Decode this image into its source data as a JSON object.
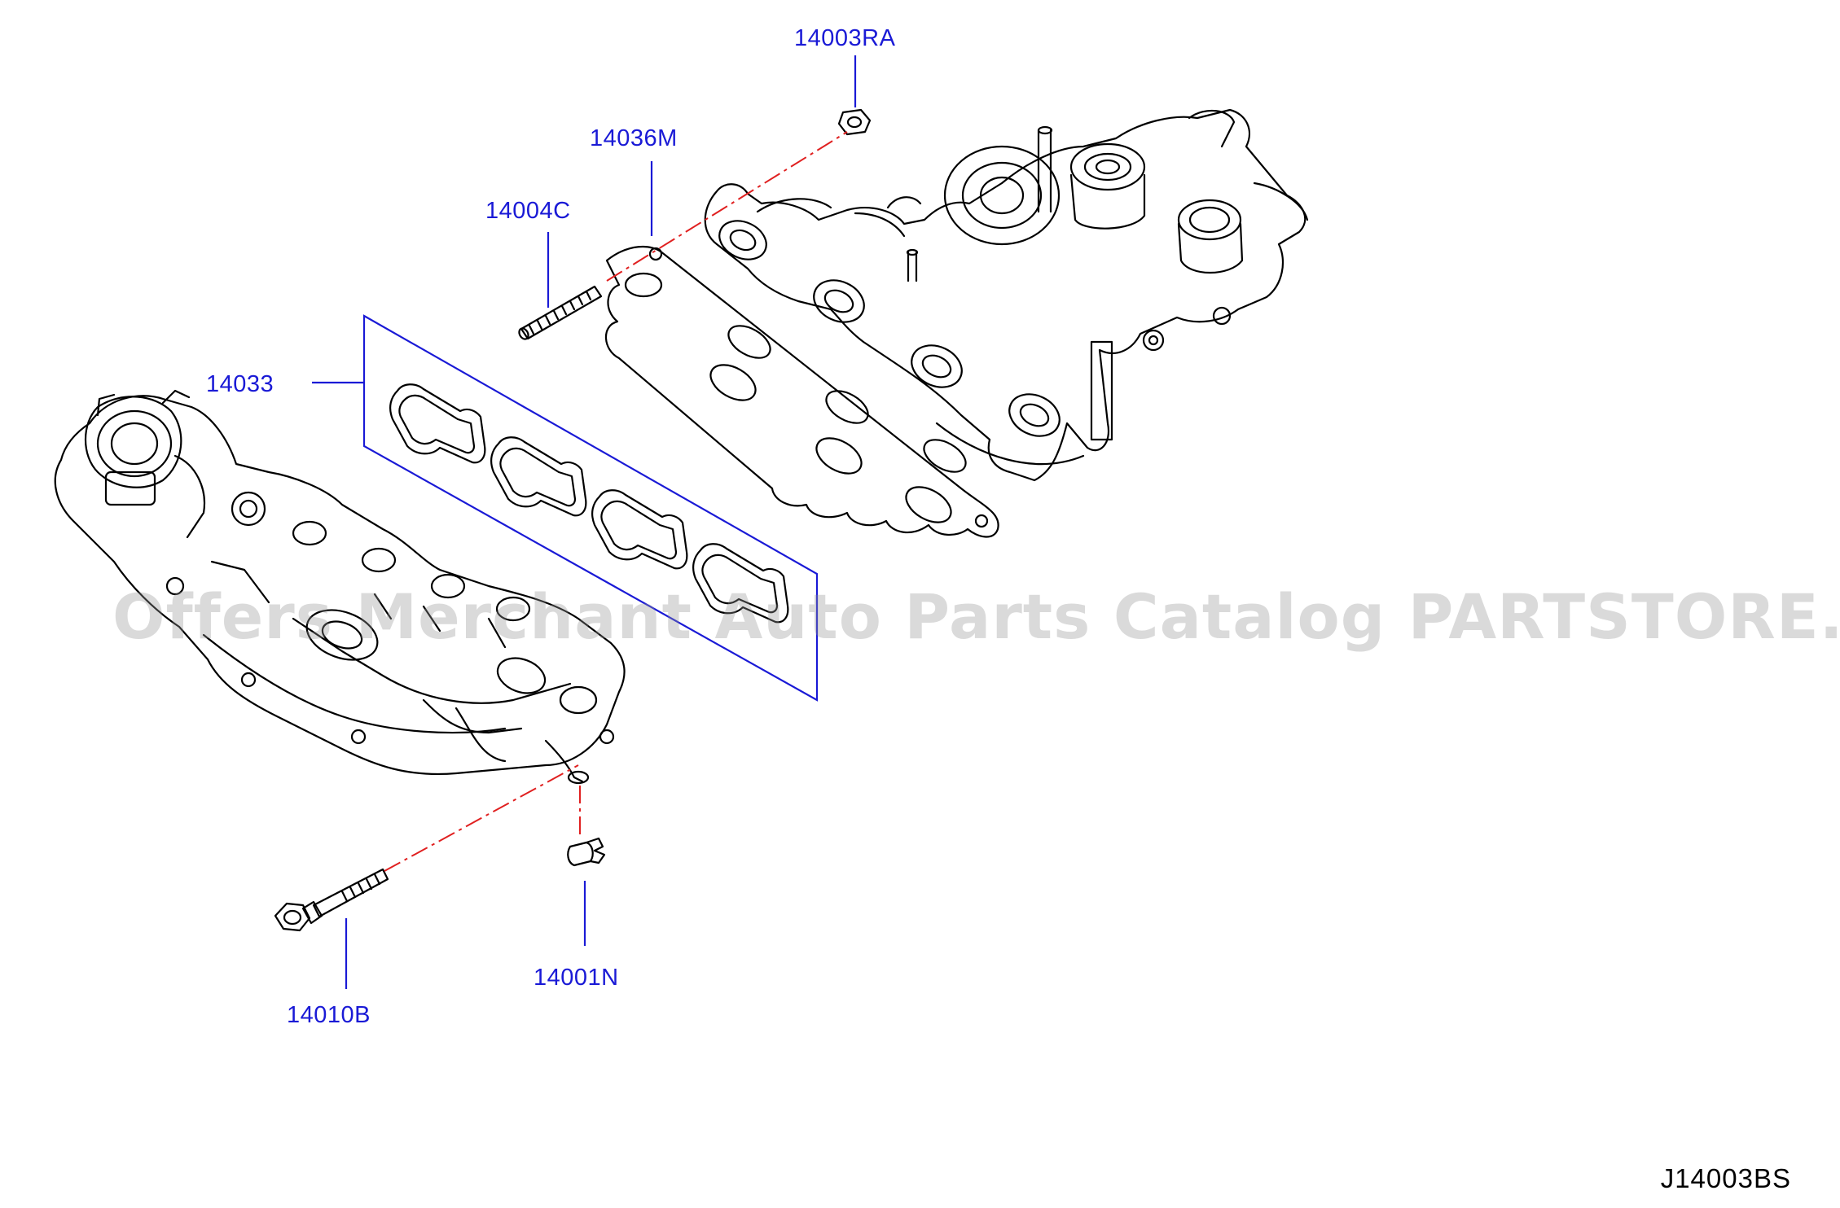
{
  "callouts": {
    "nut": "14003RA",
    "exhaust_gasket": "14036M",
    "stud": "14004C",
    "intake_gasket_kit": "14033",
    "clip": "14001N",
    "bolt": "14010B"
  },
  "watermark": "Offers Merchant Auto Parts Catalog PARTSTORE.SA",
  "diagram_code": "J14003BS",
  "colors": {
    "callout_text": "#1a1ad6",
    "leader_line": "#1a1ad6",
    "dash_line": "#e02020",
    "drawing": "#000000"
  }
}
